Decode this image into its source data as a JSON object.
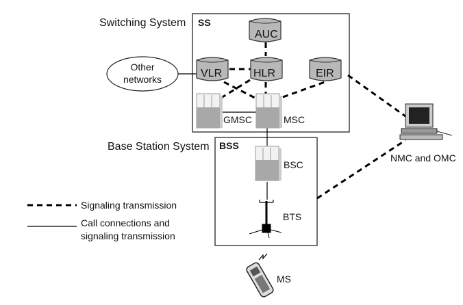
{
  "labels": {
    "switching_system": "Switching System",
    "ss": "SS",
    "base_station_system": "Base Station System",
    "bss": "BSS",
    "auc": "AUC",
    "vlr": "VLR",
    "hlr": "HLR",
    "eir": "EIR",
    "gmsc": "GMSC",
    "msc": "MSC",
    "bsc": "BSC",
    "bts": "BTS",
    "ms": "MS",
    "other_networks_1": "Other",
    "other_networks_2": "networks",
    "nmc_omc": "NMC and OMC"
  },
  "legend": {
    "dashed": "Signaling transmission",
    "solid_1": "Call connections and",
    "solid_2": "signaling transmission"
  },
  "colors": {
    "node_fill": "#b8b8b8",
    "building_fill": "#a8a8a8",
    "line": "#000000"
  }
}
